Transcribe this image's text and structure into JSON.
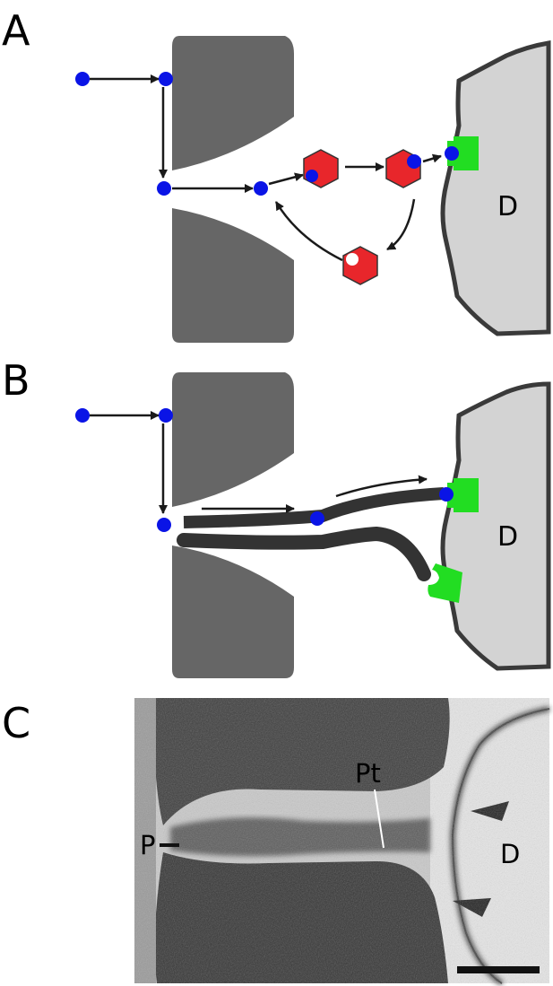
{
  "panels": {
    "a": {
      "letter": "A",
      "cell_label": "D"
    },
    "b": {
      "letter": "B",
      "cell_label": "D"
    },
    "c": {
      "letter": "C",
      "label_pt": "Pt",
      "label_p": "P",
      "label_d": "D"
    }
  },
  "colors": {
    "wall": "#666666",
    "donor_cell": "#d3d3d3",
    "donor_outline": "#3a3a3a",
    "molecule": "#0a14e6",
    "enzyme": "#e8262b",
    "receptor": "#22dd22",
    "arrow": "#1a1a1a"
  }
}
